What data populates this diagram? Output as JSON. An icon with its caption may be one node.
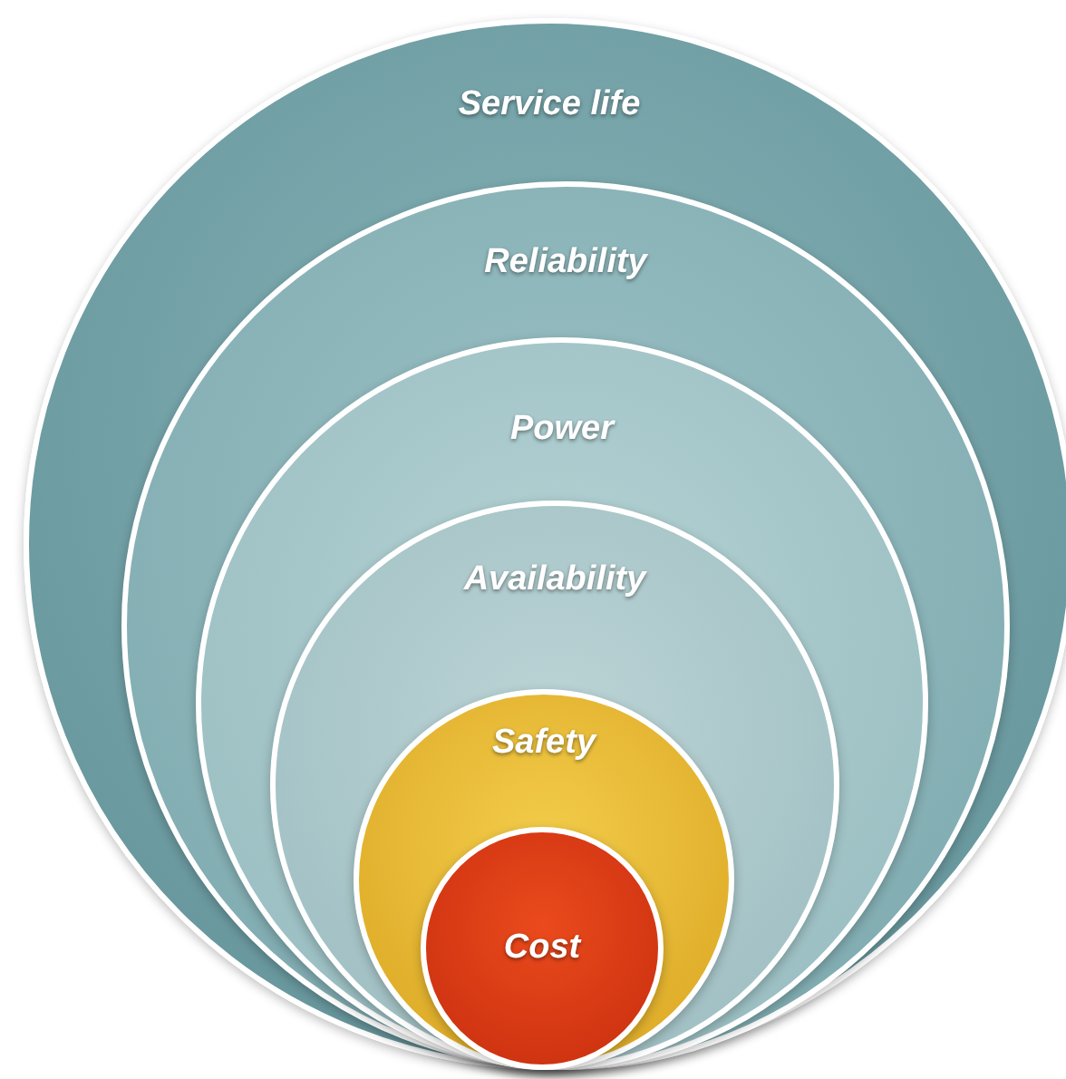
{
  "diagram": {
    "nodes": [
      {
        "text": [
          "Service life"
        ]
      },
      {
        "text": [
          "Reliability"
        ],
        "in": 0
      },
      {
        "text": [
          "Power"
        ],
        "in": 1
      },
      {
        "text": [
          "Availability"
        ],
        "in": 2
      },
      {
        "text": [
          "Safety"
        ],
        "in": 3
      },
      {
        "text": [
          "Cost"
        ],
        "in": 4
      }
    ]
  }
}
